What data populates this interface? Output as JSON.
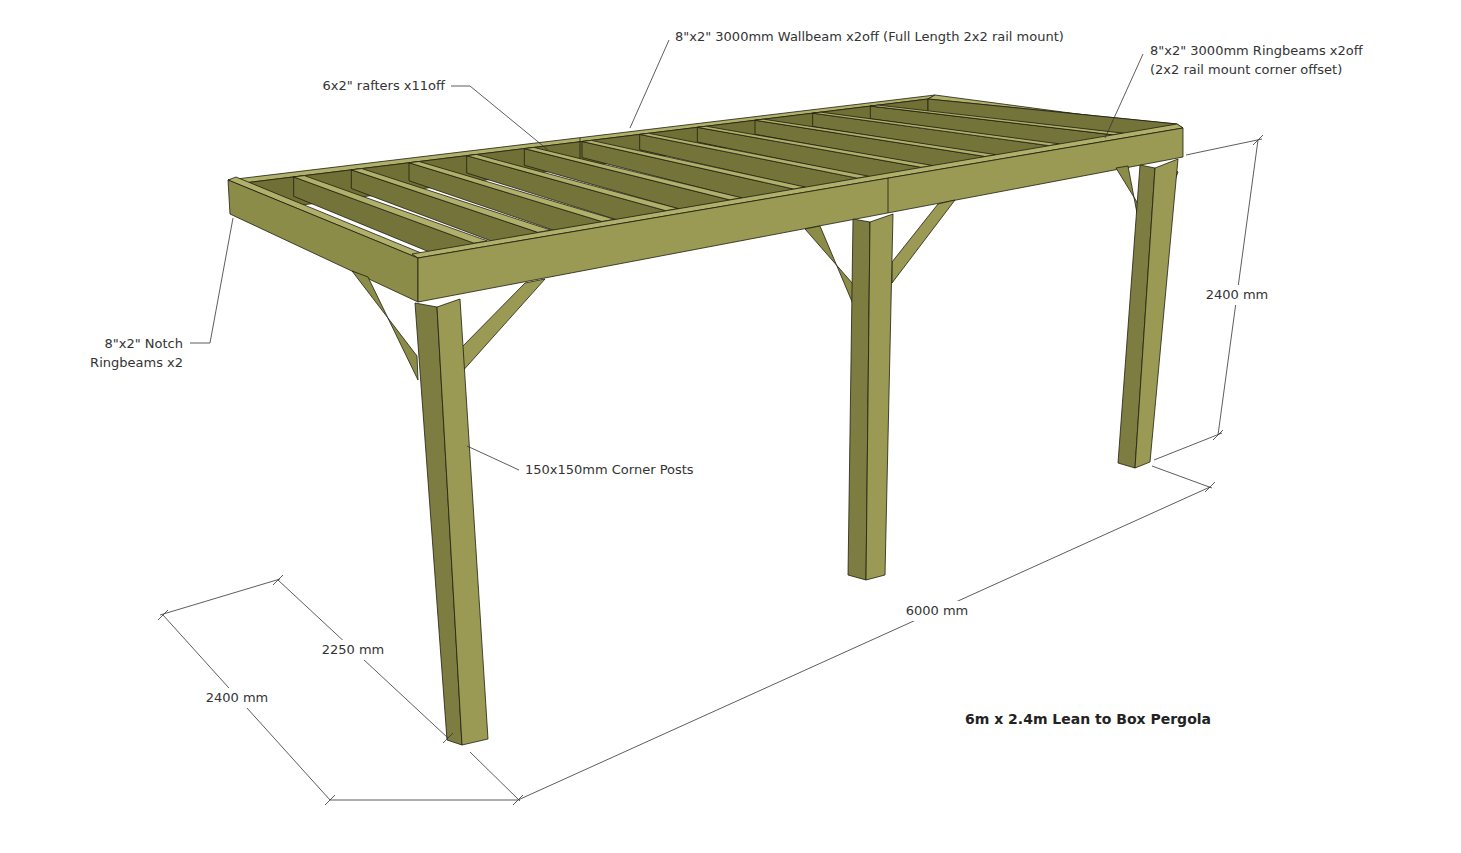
{
  "diagram": {
    "title": "6m x 2.4m Lean to Box Pergola",
    "labels": [
      "8\"x2\" 3000mm Wallbeam x2off (Full Length 2x2 rail mount)",
      "8\"x2\" 3000mm Ringbeams x2off (2x2 rail mount corner offset)",
      "6x2\" rafters x11off",
      "8\"x2\" Notch Ringbeams x2",
      "150x150mm Corner Posts",
      "2400 mm",
      "6000 mm",
      "2250 mm",
      "2400 mm"
    ]
  }
}
